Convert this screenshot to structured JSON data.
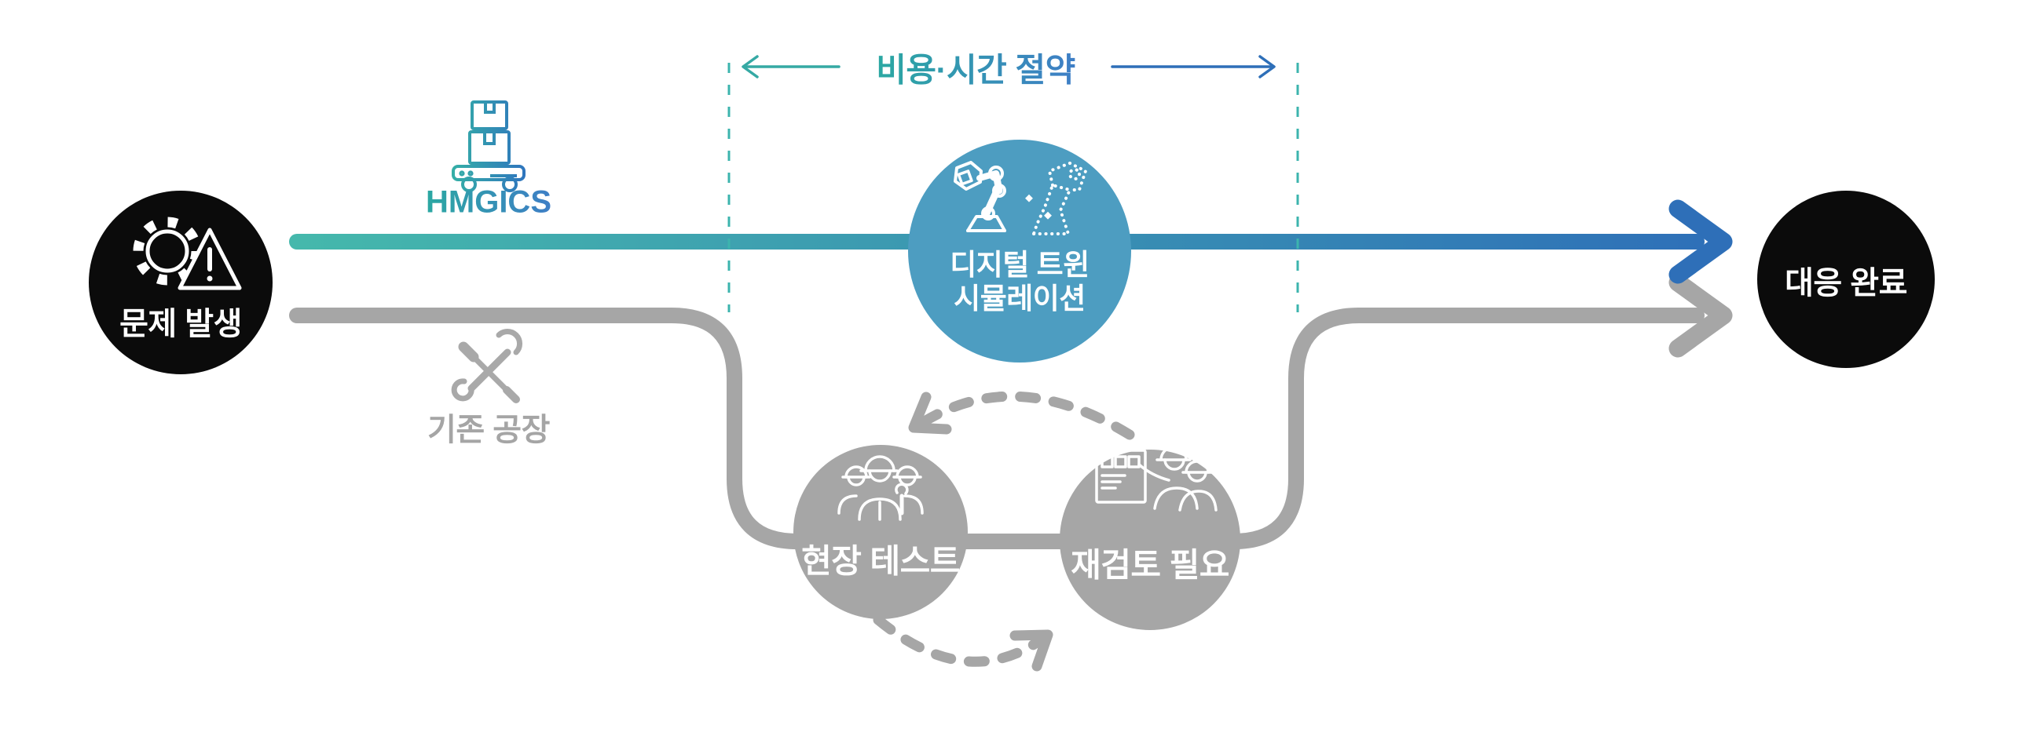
{
  "banner": {
    "label": "비용·시간 절약"
  },
  "routes": {
    "digital": {
      "actor": "HMGICS"
    },
    "legacy": {
      "actor": "기존 공장"
    }
  },
  "nodes": {
    "start": {
      "label": "문제 발생"
    },
    "digital_twin": {
      "line1": "디지털 트윈",
      "line2": "시뮬레이션"
    },
    "field_test": {
      "label": "현장 테스트"
    },
    "review_needed": {
      "label": "재검토 필요"
    },
    "end": {
      "label": "대응 완료"
    }
  },
  "icons": {
    "start": "gear-warning-icon",
    "digital_route": "agv-cart-icon",
    "legacy_route": "crossed-tools-icon",
    "digital_twin_solid": "robot-arm-icon",
    "digital_twin_ghost": "robot-arm-dotted-icon",
    "field_test": "workers-icon",
    "review_needed": "inspection-board-icon"
  },
  "colors": {
    "teal": "#45B8AC",
    "blue": "#2E6FB8",
    "twin_circle": "#4D9DC1",
    "gray": "#A6A6A6",
    "node_black": "#0B0B0B",
    "dash_teal": "#3CB4AE",
    "white": "#FFFFFF"
  }
}
